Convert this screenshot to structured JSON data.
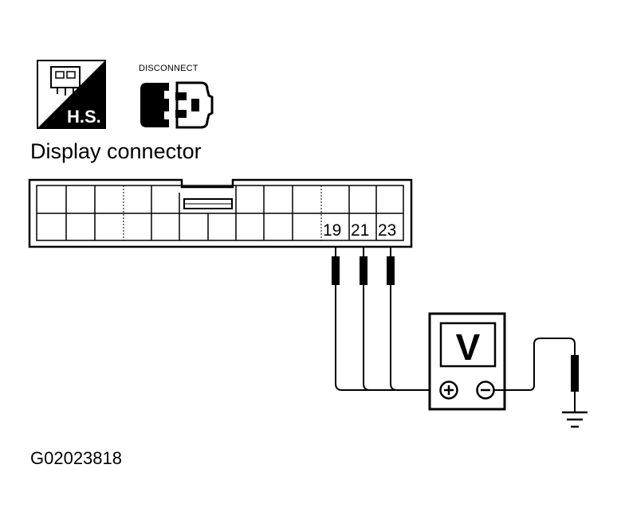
{
  "header": {
    "hs_icon_label": "H.S.",
    "disconnect_label": "DISCONNECT"
  },
  "connector": {
    "title": "Display connector",
    "pins": [
      "19",
      "21",
      "23"
    ]
  },
  "meter": {
    "symbol": "V"
  },
  "figure_code": "G02023818",
  "icons": [
    "harness-side-icon",
    "disconnect-connector-icon",
    "voltmeter-icon",
    "ground-icon"
  ],
  "colors": {
    "ink": "#000000",
    "paper": "#ffffff"
  }
}
